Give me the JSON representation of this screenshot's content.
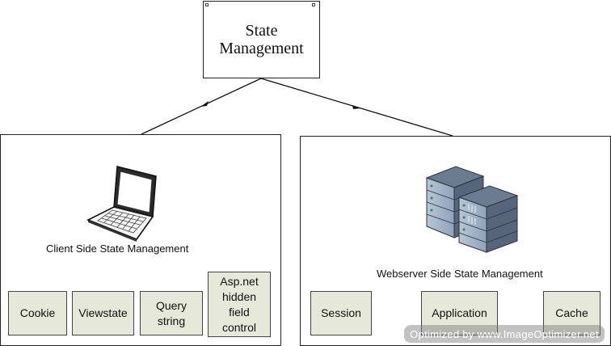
{
  "root": {
    "title": "State\nManagement"
  },
  "client": {
    "caption": "Client Side State Management",
    "options": [
      "Cookie",
      "Viewstate",
      "Query\nstring",
      "Asp.net\nhidden\nfield\ncontrol"
    ]
  },
  "server": {
    "caption": "Webserver Side State Management",
    "options": [
      "Session",
      "Application",
      "Cache"
    ]
  },
  "watermark": "Optimized by www.ImageOptimizer.net",
  "icons": {
    "client": "laptop-icon",
    "server": "server-rack-icon"
  },
  "colors": {
    "option_fill": "#e6e8d9",
    "border": "#222222"
  }
}
